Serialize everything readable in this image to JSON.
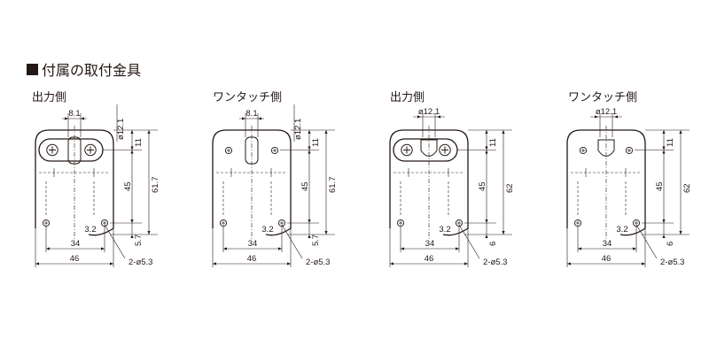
{
  "heading": {
    "text": "付属の取付金具"
  },
  "panels": [
    {
      "title": "出力側",
      "slot": "8.1",
      "dia": "ø12.1",
      "d11": "11",
      "d45": "45",
      "total": "61.7",
      "bottom": "5.7",
      "d34": "34",
      "d46": "46",
      "d32": "3.2",
      "hole": "2-ø5.3"
    },
    {
      "title": "ワンタッチ側",
      "slot": "8.1",
      "dia": "ø12.1",
      "d11": "11",
      "d45": "45",
      "total": "61.7",
      "bottom": "5.7",
      "d34": "34",
      "d46": "46",
      "d32": "3.2",
      "hole": "2-ø5.3"
    },
    {
      "title": "出力側",
      "slot": "",
      "dia": "ø12.1",
      "d11": "11",
      "d45": "45",
      "total": "62",
      "bottom": "6",
      "d34": "34",
      "d46": "46",
      "d32": "3.2",
      "hole": "2-ø5.3"
    },
    {
      "title": "ワンタッチ側",
      "slot": "",
      "dia": "ø12.1",
      "d11": "11",
      "d45": "45",
      "total": "62",
      "bottom": "6",
      "d34": "34",
      "d46": "46",
      "d32": "3.2",
      "hole": "2-ø5.3"
    }
  ]
}
